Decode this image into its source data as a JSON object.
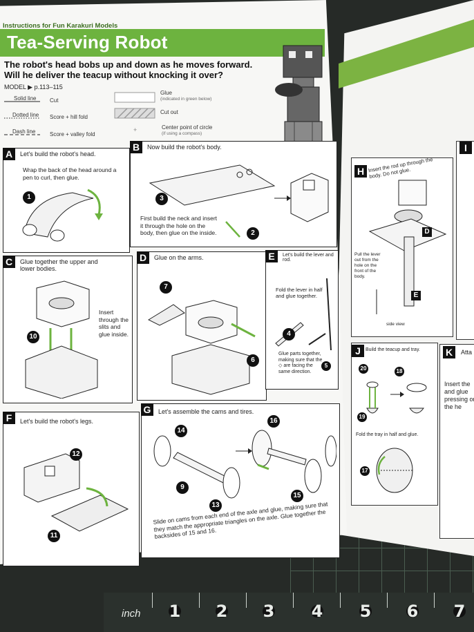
{
  "book": {
    "series": "Instructions for Fun Karakuri Models",
    "title": "Tea-Serving Robot",
    "subtitle_1": "The robot's head bobs up and down as he moves forward.",
    "subtitle_2": "Will he deliver the teacup without knocking it over?",
    "model_ref": "MODEL ▶ p.113–115"
  },
  "legend": {
    "solid_name": "Solid line",
    "solid_meaning": "Cut",
    "dotted_name": "Dotted line",
    "dotted_meaning": "Score + hill fold",
    "dash_name": "Dash line",
    "dash_meaning": "Score + valley fold",
    "glue": "Glue",
    "glue_note": "(indicated in green below)",
    "cutout": "Cut out",
    "center": "Center point of circle",
    "center_note": "(if using a compass)"
  },
  "panels": {
    "A": {
      "tag": "A",
      "title": "Let's build the robot's head.",
      "text": "Wrap the back of the head around a pen to curl, then glue.",
      "nums": [
        "1"
      ]
    },
    "B": {
      "tag": "B",
      "title": "Now build the robot's body.",
      "text": "First build the neck and insert it through the hole on the body, then glue on the inside.",
      "nums": [
        "3",
        "2"
      ]
    },
    "C": {
      "tag": "C",
      "title": "Glue together the upper and lower bodies.",
      "text": "Insert through the slits and glue inside.",
      "nums": [
        "10"
      ]
    },
    "D": {
      "tag": "D",
      "title": "Glue on the arms.",
      "nums": [
        "7",
        "6"
      ]
    },
    "E": {
      "tag": "E",
      "title": "Let's build the lever and rod.",
      "text1": "Fold the lever in half and glue together.",
      "text2": "Glue parts together, making sure that the ◇ are facing the same direction.",
      "nums": [
        "4",
        "5"
      ]
    },
    "F": {
      "tag": "F",
      "title": "Let's build the robot's legs.",
      "nums": [
        "12",
        "11"
      ]
    },
    "G": {
      "tag": "G",
      "title": "Let's assemble the cams and tires.",
      "text": "Slide on cams from each end of the axle and glue, making sure that they match the appropriate triangles on the axle. Glue together the backsides of 15 and 16.",
      "nums": [
        "14",
        "16",
        "9",
        "13",
        "15"
      ]
    },
    "H": {
      "tag": "H",
      "title": "Insert the rod up through the body. Do not glue.",
      "text": "Pull the lever out from the hole on the front of the body.",
      "label1": "D",
      "label2": "E",
      "caption": "side view"
    },
    "J": {
      "tag": "J",
      "title": "Build the teacup and tray.",
      "text": "Fold the tray in half and glue.",
      "nums": [
        "20",
        "18",
        "19",
        "17"
      ]
    },
    "K": {
      "tag": "K",
      "title": "Atta",
      "text": "Insert the and glue pressing on the he"
    },
    "I": {
      "tag": "I"
    }
  },
  "ruler": {
    "unit": "inch",
    "marks": [
      "1",
      "2",
      "3",
      "4",
      "5",
      "6",
      "7"
    ]
  },
  "colors": {
    "green": "#6db33f",
    "page": "#f7f7f5",
    "mat": "#262a27",
    "ink": "#111111"
  }
}
